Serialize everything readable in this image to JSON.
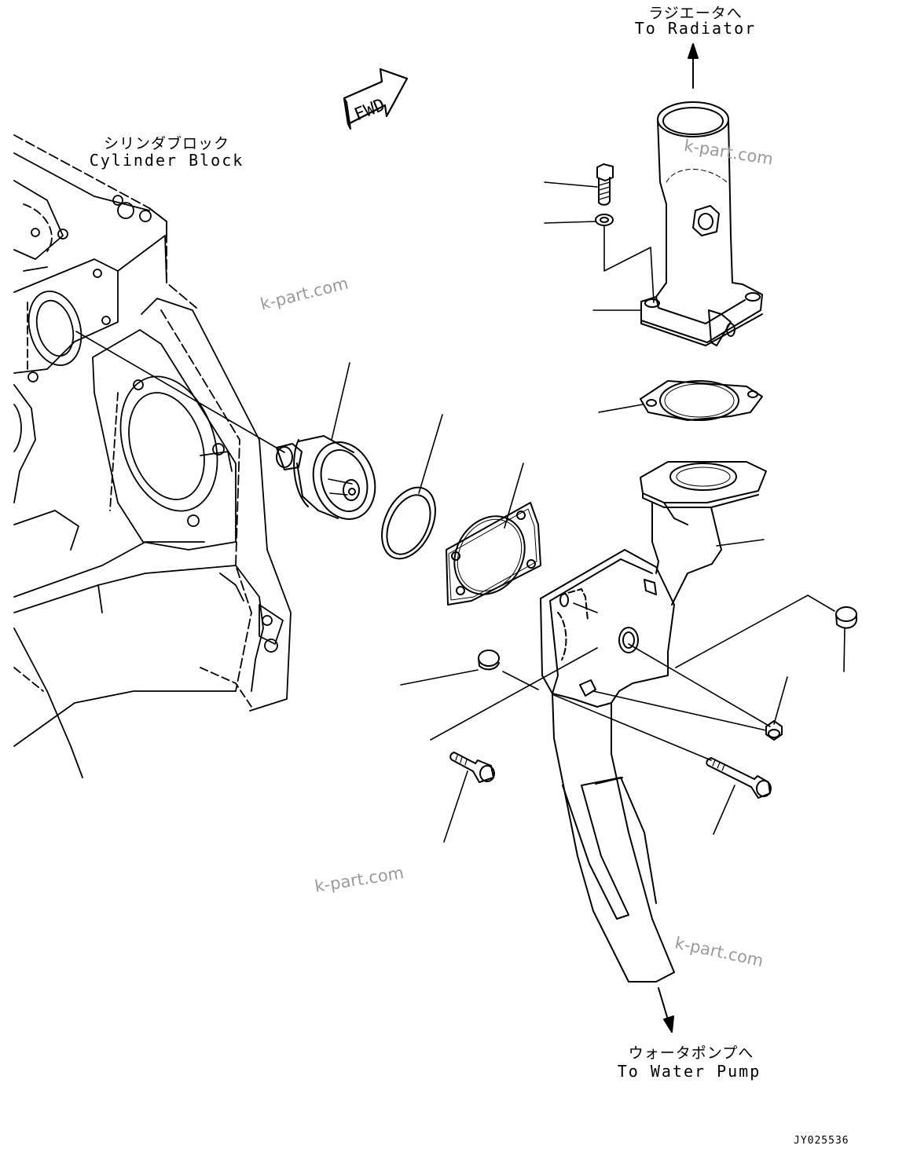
{
  "labels": {
    "radiator_jp": "ラジエータへ",
    "radiator_en": "To Radiator",
    "cylinder_jp": "シリンダブロック",
    "cylinder_en": "Cylinder Block",
    "pump_jp": "ウォータポンプへ",
    "pump_en": "To Water Pump",
    "fwd": "FWD"
  },
  "watermark": "k-part.com",
  "drawing_code": "JY025536",
  "colors": {
    "line": "#000000",
    "watermark": "#9a9a9a",
    "background": "#ffffff"
  }
}
